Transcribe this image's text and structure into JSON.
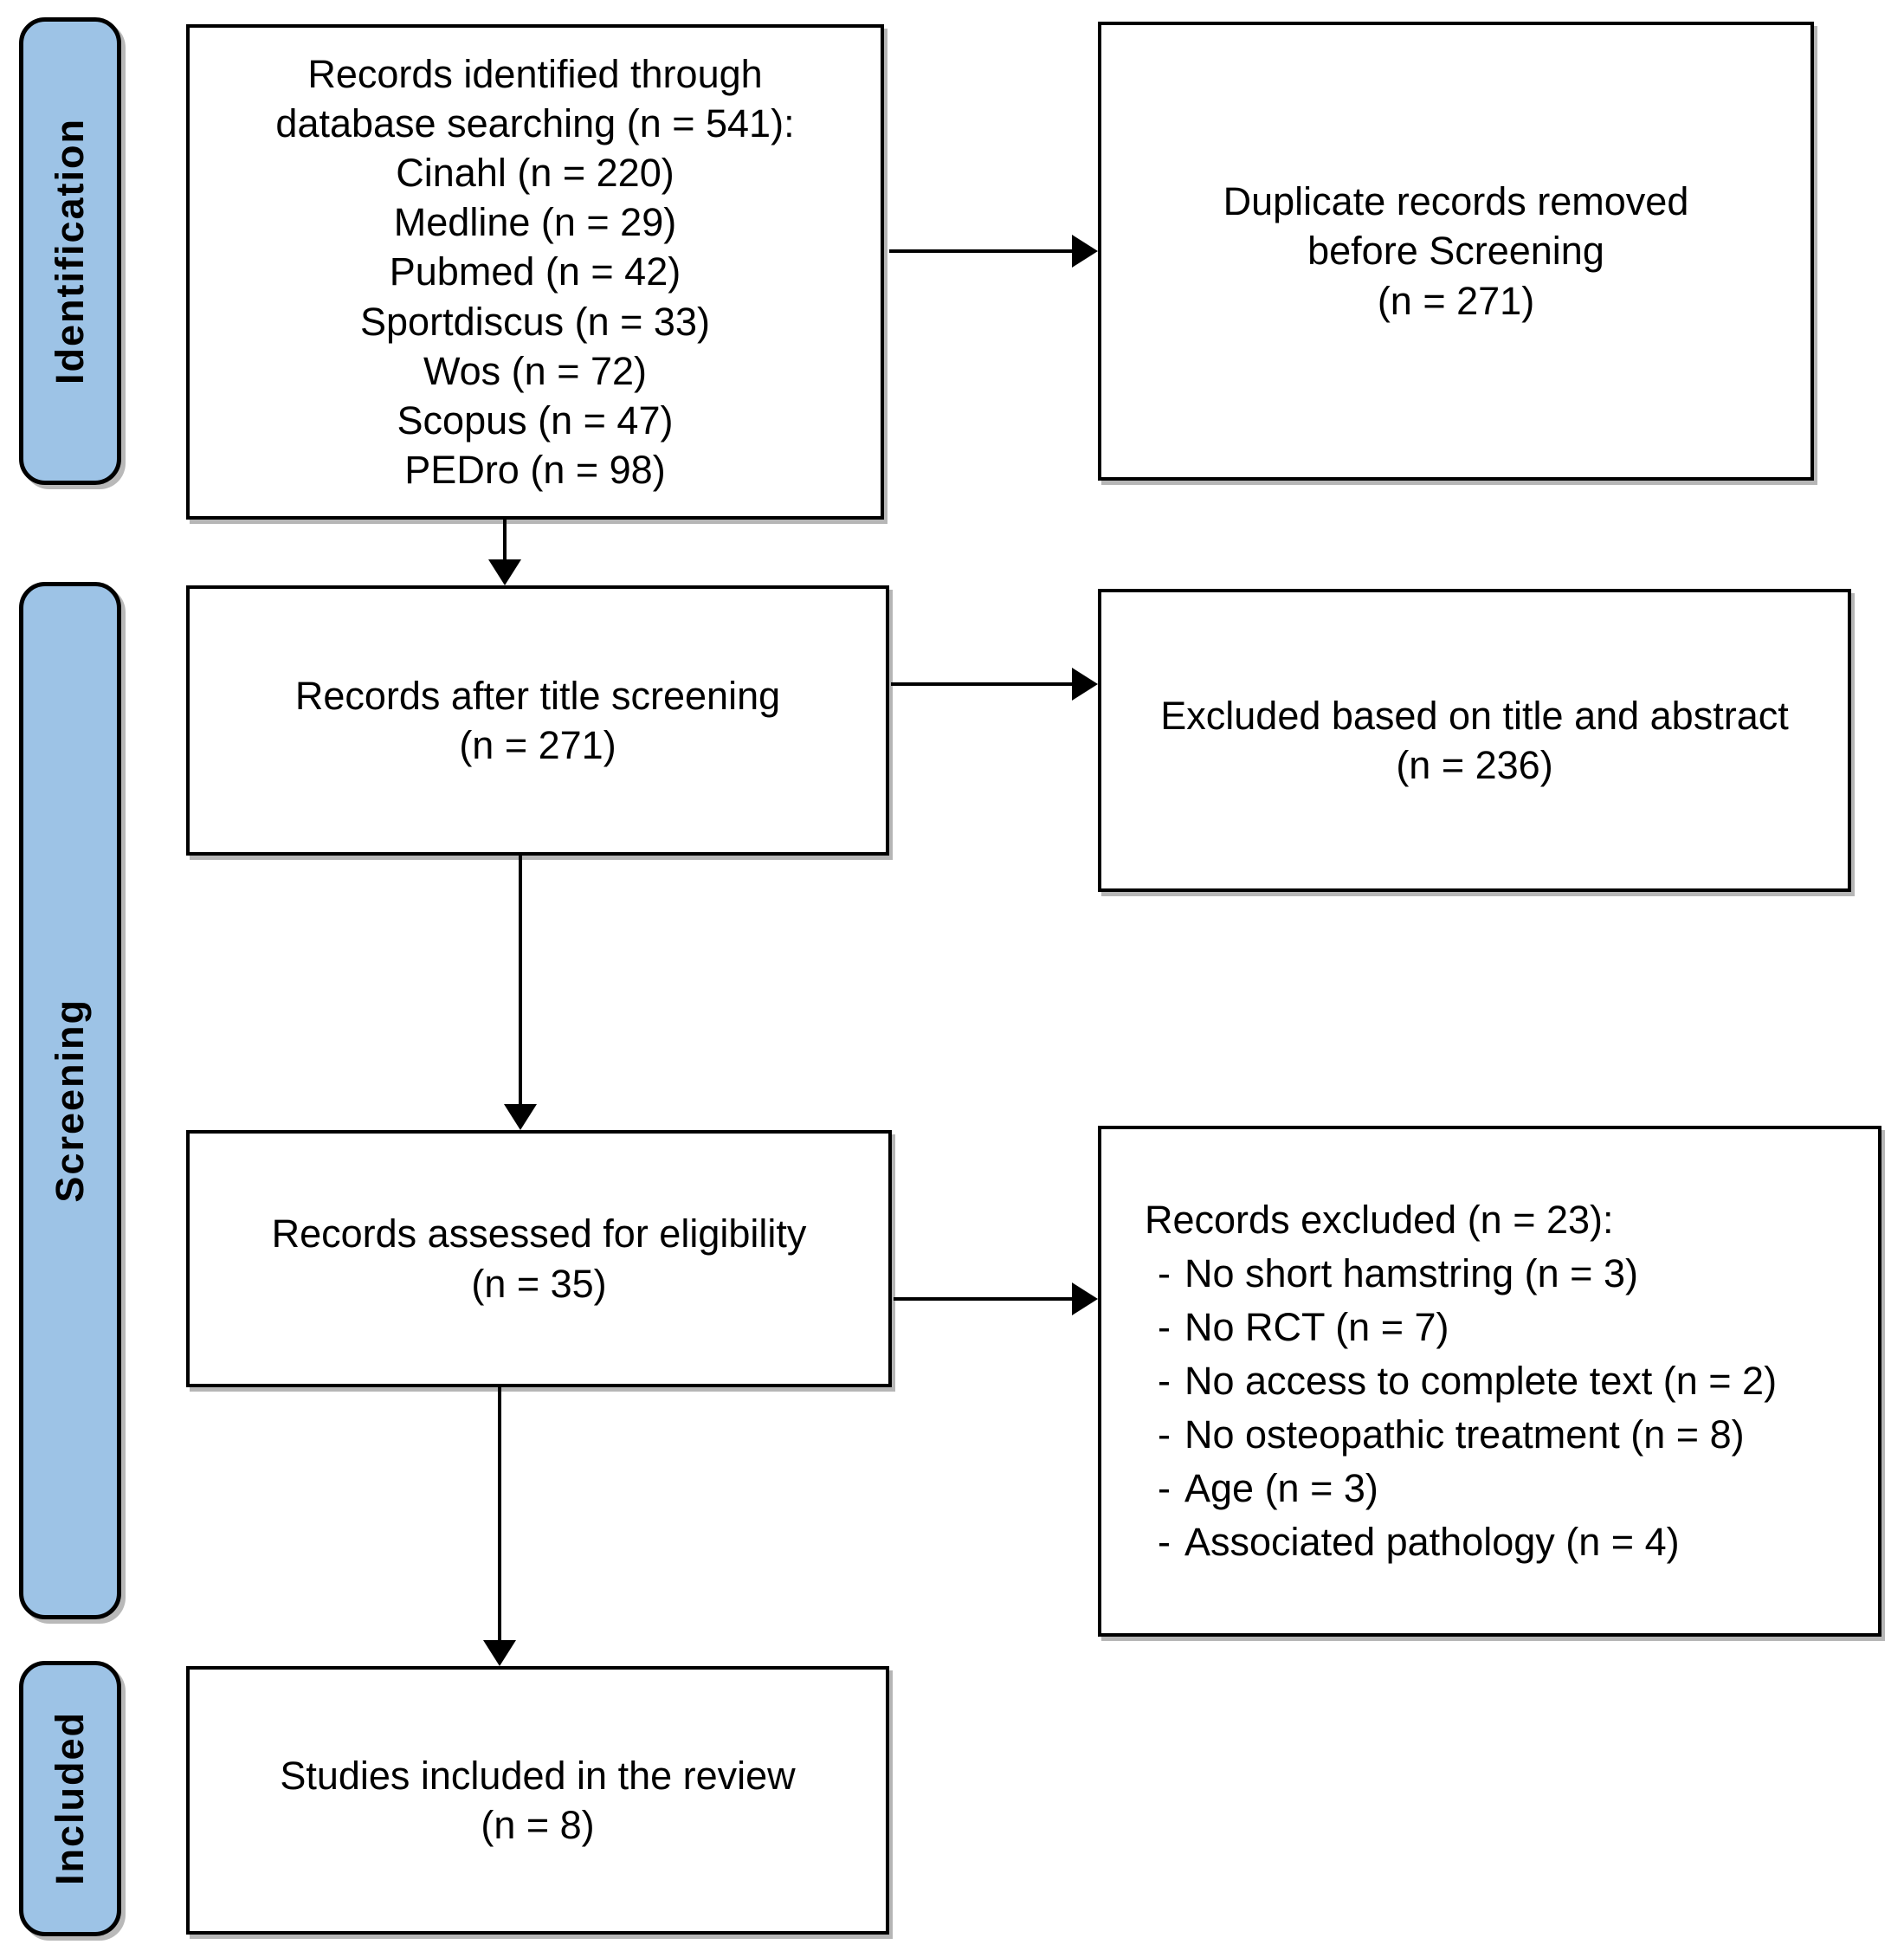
{
  "stages": {
    "identification": "Identification",
    "screening": "Screening",
    "included": "Included"
  },
  "boxes": {
    "identified": {
      "lines": [
        "Records identified through",
        "database searching (n = 541):",
        "Cinahl (n = 220)",
        "Medline (n = 29)",
        "Pubmed (n = 42)",
        "Sportdiscus (n = 33)",
        "Wos (n = 72)",
        "Scopus (n = 47)",
        "PEDro (n = 98)"
      ]
    },
    "duplicates_removed": {
      "lines": [
        "Duplicate records removed",
        "before Screening",
        "(n = 271)"
      ]
    },
    "after_title_screening": {
      "lines": [
        "Records after title screening",
        "(n = 271)"
      ]
    },
    "excluded_title_abstract": {
      "lines": [
        "Excluded based on title and abstract",
        "(n = 236)"
      ]
    },
    "assessed_eligibility": {
      "lines": [
        "Records assessed for eligibility",
        "(n = 35)"
      ]
    },
    "records_excluded": {
      "heading": "Records excluded (n = 23):",
      "bullet": "-",
      "items": [
        "No short hamstring (n = 3)",
        "No RCT (n = 7)",
        "No access to complete text (n = 2)",
        "No osteopathic treatment (n = 8)",
        "Age (n = 3)",
        "Associated pathology (n = 4)"
      ]
    },
    "included_studies": {
      "lines": [
        "Studies included in the review",
        "(n = 8)"
      ]
    }
  },
  "arrows": [
    {
      "from": "identified",
      "to": "duplicates_removed",
      "direction": "right"
    },
    {
      "from": "identified",
      "to": "after_title_screening",
      "direction": "down"
    },
    {
      "from": "after_title_screening",
      "to": "excluded_title_abstract",
      "direction": "right"
    },
    {
      "from": "after_title_screening",
      "to": "assessed_eligibility",
      "direction": "down"
    },
    {
      "from": "assessed_eligibility",
      "to": "records_excluded",
      "direction": "right"
    },
    {
      "from": "assessed_eligibility",
      "to": "included_studies",
      "direction": "down"
    }
  ],
  "colors": {
    "stage_fill": "#9DC3E6",
    "stage_border": "#000000",
    "box_fill": "#FFFFFF",
    "box_border": "#000000",
    "arrow": "#000000",
    "background": "#FFFFFF",
    "text": "#000000"
  }
}
